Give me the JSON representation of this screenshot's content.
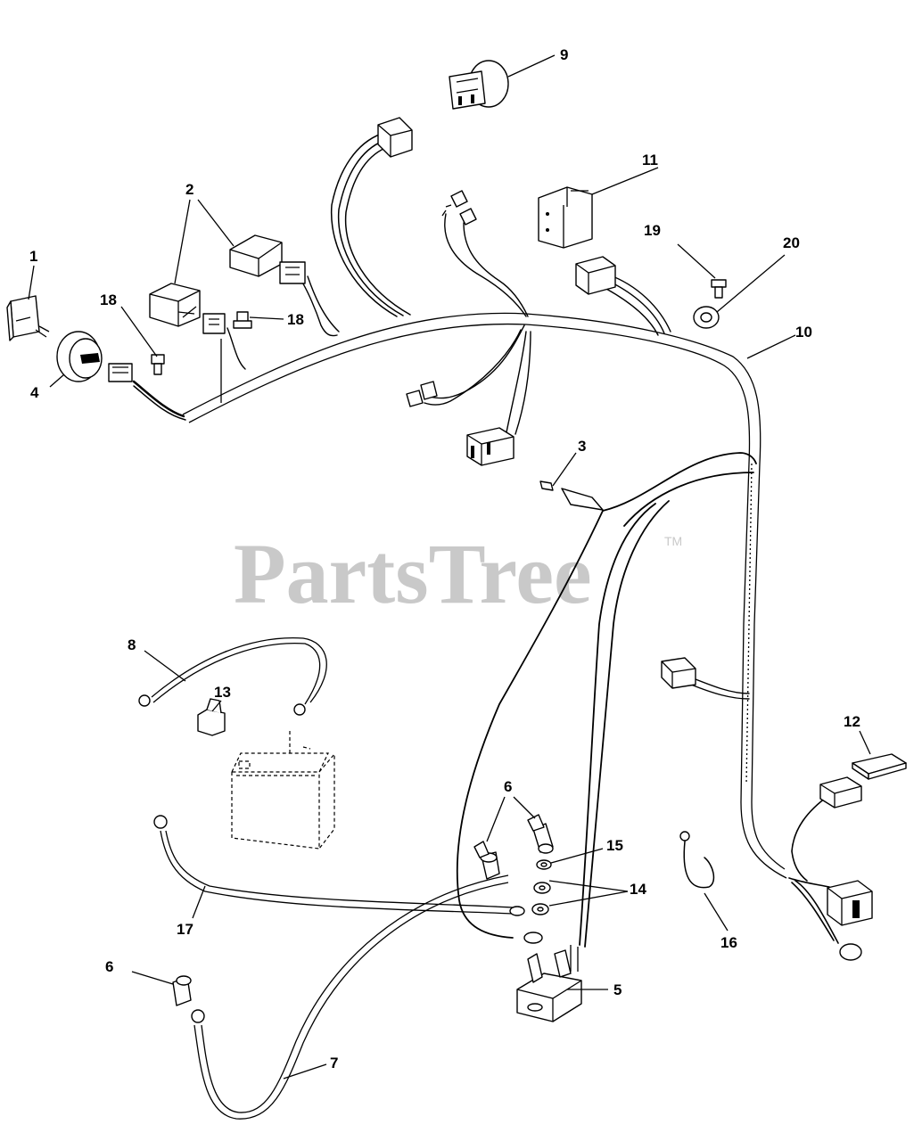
{
  "watermark": {
    "text": "PartsTree",
    "trademark": "TM"
  },
  "labels": {
    "n1": "1",
    "n2": "2",
    "n3": "3",
    "n4": "4",
    "n5": "5",
    "n6a": "6",
    "n6b": "6",
    "n7": "7",
    "n8": "8",
    "n9": "9",
    "n10": "10",
    "n11": "11",
    "n12": "12",
    "n13": "13",
    "n14": "14",
    "n15": "15",
    "n16": "16",
    "n17": "17",
    "n18a": "18",
    "n18b": "18",
    "n19": "19",
    "n20": "20"
  }
}
